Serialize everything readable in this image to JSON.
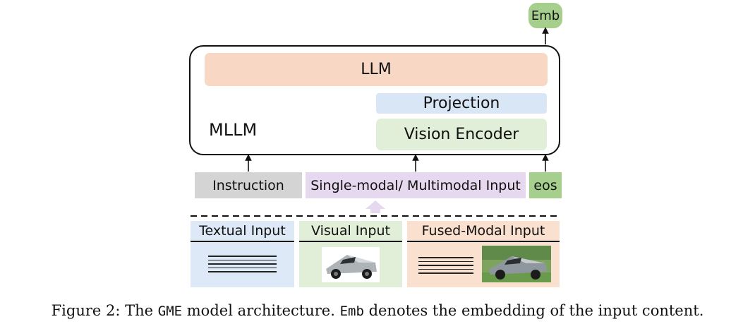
{
  "diagram": {
    "output": "Emb",
    "mllm_label": "MLLM",
    "llm_label": "LLM",
    "projection_label": "Projection",
    "vision_encoder_label": "Vision Encoder",
    "inputs": {
      "instruction": "Instruction",
      "single_multi": "Single-modal/ Multimodal Input",
      "eos": "eos"
    },
    "cards": {
      "textual": "Textual Input",
      "visual": "Visual Input",
      "fused": "Fused-Modal Input"
    }
  },
  "caption": {
    "prefix": "Figure 2: The ",
    "gme": "GME",
    "middle": " model architecture. ",
    "emb": "Emb",
    "suffix": " denotes the embedding of the input content."
  },
  "colors": {
    "llm": "#f8d7c4",
    "projection": "#d9e6f5",
    "vision_encoder": "#e1efd9",
    "emb": "#a6cf8e",
    "instruction": "#d4d4d4",
    "single_multi": "#e6d8ee",
    "textual": "#dde9f6",
    "visual": "#e1efd9",
    "fused": "#fae0cf"
  }
}
